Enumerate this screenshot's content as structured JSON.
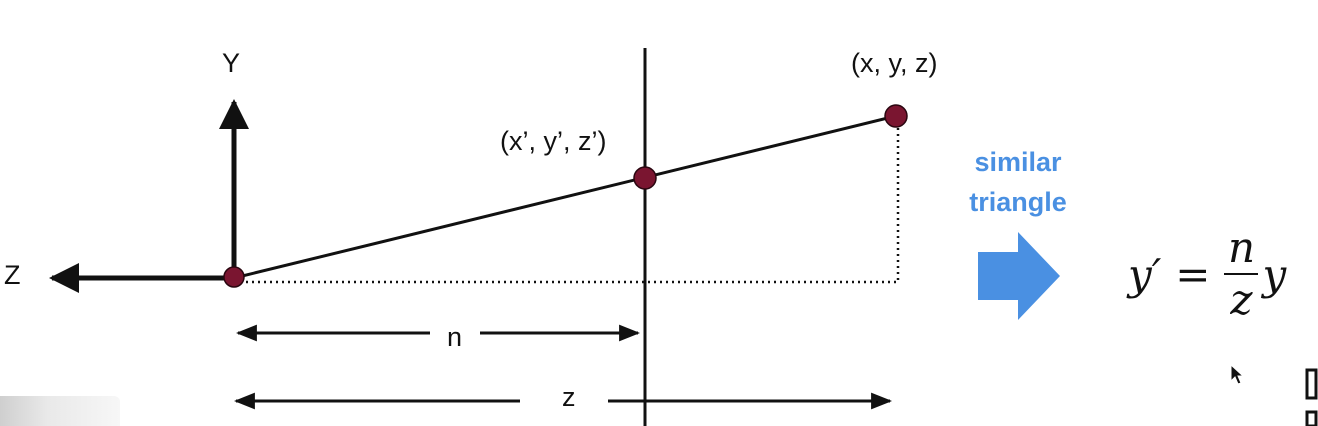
{
  "labels": {
    "y_axis": "Y",
    "z_axis": "Z",
    "point_far": "(x, y, z)",
    "point_projected": "(x’, y’, z’)",
    "dim_n": "n",
    "dim_z": "z"
  },
  "hint": {
    "line1": "similar",
    "line2": "triangle"
  },
  "formula": {
    "lhs": "y′",
    "equals": "=",
    "numerator": "n",
    "denominator": "z",
    "rhs": "y"
  },
  "colors": {
    "point_fill": "#7a1530",
    "accent_blue": "#4a90e2",
    "line": "#111111"
  },
  "icons": {
    "arrow": "right-arrow-icon",
    "cursor": "mouse-cursor-icon"
  }
}
